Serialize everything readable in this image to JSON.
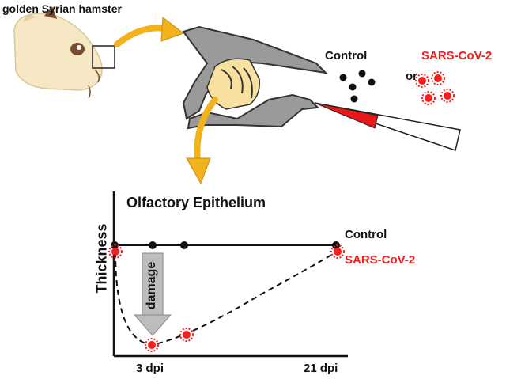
{
  "labels": {
    "animal": "golden Syrian hamster",
    "legend_control": "Control",
    "legend_or": "or",
    "legend_sars": "SARS-CoV-2",
    "graph_title": "Olfactory Epithelium",
    "y_axis": "Thickness",
    "series_control": "Control",
    "series_sars": "SARS-CoV-2",
    "x_tick_3": "3 dpi",
    "x_tick_21": "21 dpi",
    "damage": "damage"
  },
  "colors": {
    "sars_red": "#ff1a1a",
    "arrow_orange": "#f2b21c",
    "hamster_fur": "#f6e8c4",
    "nasal_gray": "#9a9a9a",
    "turbinate_fill": "#f7e0a0",
    "damage_arrow": "#b8b8b8"
  }
}
